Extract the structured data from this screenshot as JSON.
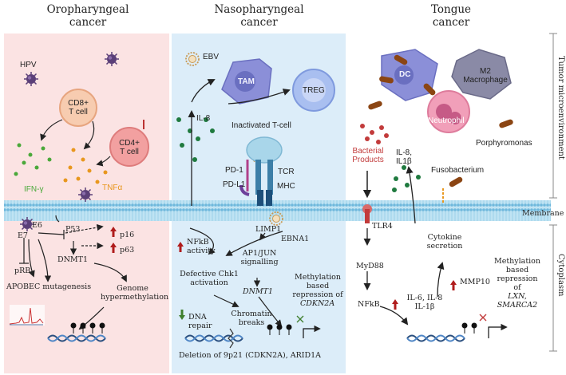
{
  "headers": {
    "left": "Oropharyngeal\ncancer",
    "middle": "Nasopharyngeal\ncancer",
    "right": "Tongue\ncancer"
  },
  "side_labels": {
    "tumor_microenvironment": "Tumor microenvironment",
    "membrane": "Membrane",
    "cytoplasm": "Cytoplasm"
  },
  "left": {
    "hpv": "HPV",
    "cd8": "CD8+\nT cell",
    "cd4": "CD4+\nT cell",
    "ifn": "IFN-γ",
    "tnf": "TNFα",
    "e6": "E6",
    "e7": "E7",
    "p53": "P53",
    "prb": "pRB",
    "p16": "p16",
    "p63": "p63",
    "dnmt1": "DNMT1",
    "apobec": "APOBEC mutagenesis",
    "genome": "Genome\nhypermethylation"
  },
  "middle": {
    "ebv": "EBV",
    "tam": "TAM",
    "treg": "TREG",
    "il8": "IL-8",
    "inactivated": "Inactivated T-cell",
    "pd1": "PD-1",
    "pdl1": "PD-L1",
    "tcr": "TCR",
    "mhc": "MHC",
    "nfkb": "NFkB\nactivity",
    "limp1": "LIMP1",
    "ebna1": "EBNA1",
    "ap1": "AP1/JUN\nsignalling",
    "dnmt1": "DNMT1",
    "chk1": "Defective Chk1\nactivation",
    "methylation_a": "Methylation\nbased\nrepression of",
    "cdkn2a": "CDKN2A",
    "dna_repair": "DNA\nrepair",
    "chromatin": "Chromatin\nbreaks",
    "deletion": "Deletion of 9p21 (CDKN2A), ARID1A"
  },
  "right": {
    "dc": "DC",
    "m2": "M2\nMacrophage",
    "neutrophil": "Neutrophil",
    "bacterial": "Bacterial\nProducts",
    "il8_il1b": "IL-8,\nIL1β",
    "porphyromonas": "Porphyromonas",
    "fusobacterium": "Fusobacterium",
    "tlr4": "TLR4",
    "cytokine": "Cytokine\nsecretion",
    "myd88": "MyD88",
    "mmp10": "MMP10",
    "methylation_b": "Methylation\nbased\nrepression\nof",
    "genes_b": "LXN,\nSMARCA2",
    "nfkb": "NFkB",
    "il6": "IL-6, IL-8\nIL-1β"
  },
  "colors": {
    "left_panel": "#fbe3e3",
    "middle_panel": "#dcedf9",
    "membrane": "#8fcbe8",
    "cytokine_green": "#1f7a3f",
    "tnf_orange": "#e8971e",
    "up_arrow": "#b01c1c",
    "down_arrow": "#3f7f2e",
    "virus": "#5b3f78"
  }
}
